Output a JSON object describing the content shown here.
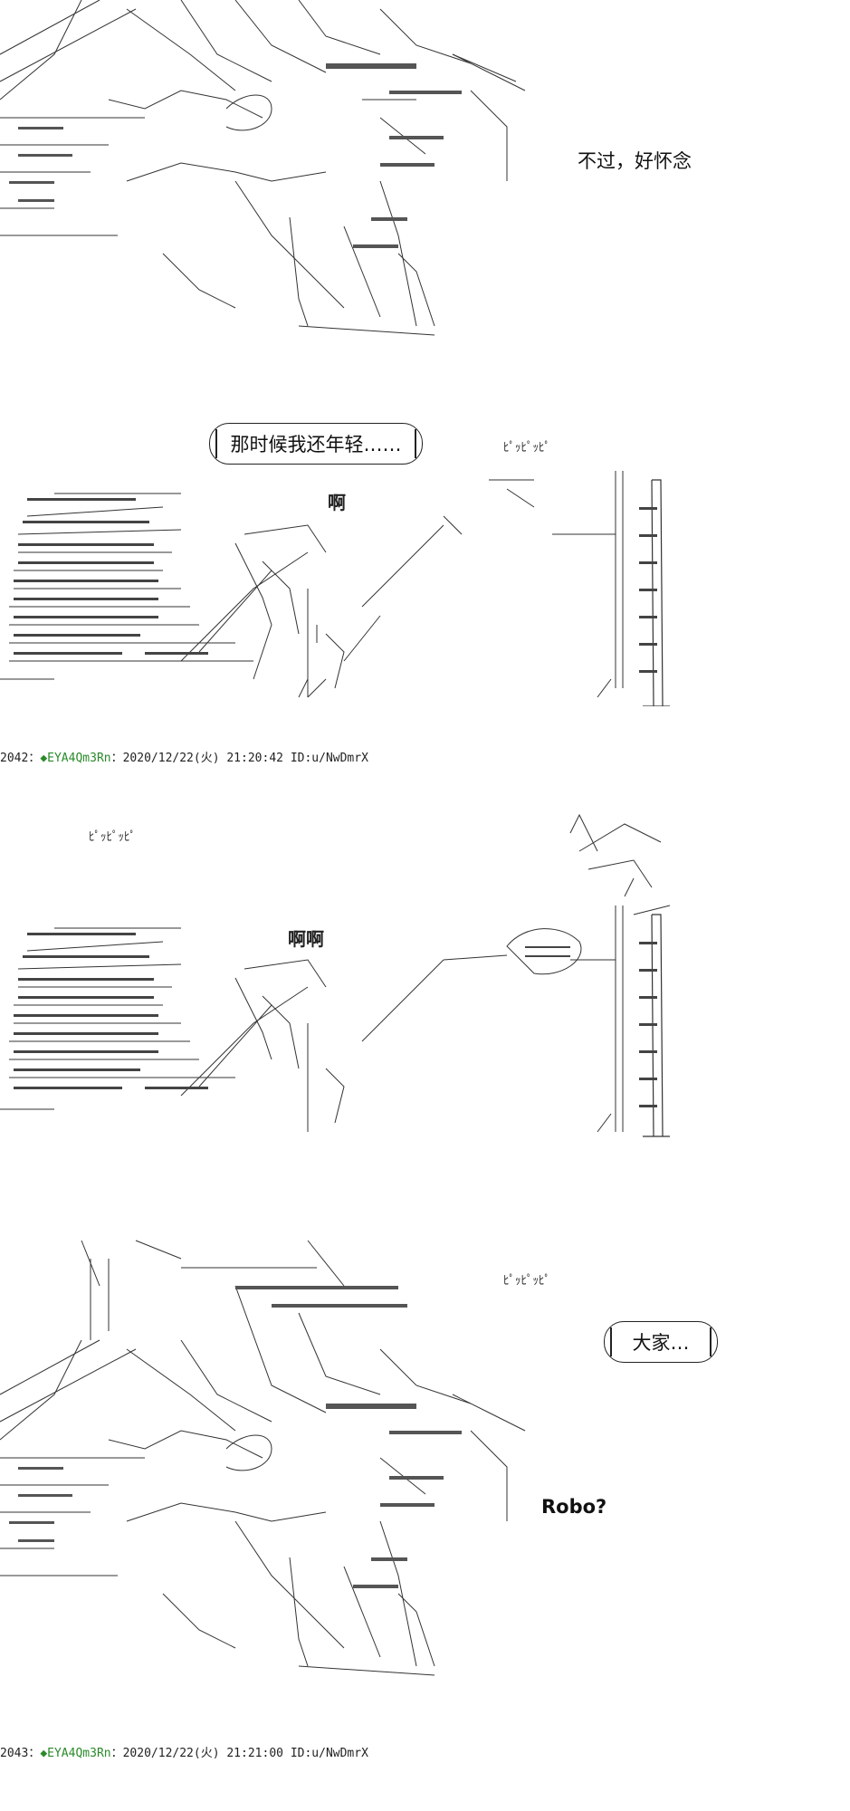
{
  "panels": [
    {
      "caption": "不过，好怀念"
    },
    {
      "bubble": "那时候我还年轻……",
      "sfx_beep": "ﾋﾟｯﾋﾟｯﾋﾟ",
      "sfx_exclaim": "啊"
    },
    {
      "header": {
        "post_no": "2042",
        "separator": "：",
        "diamond": "◆",
        "tripcode": "EYA4Qm3Rn",
        "datetime": "：2020/12/22(火) 21:20:42",
        "id": "ID:u/NwDmrX"
      },
      "sfx_beep": "ﾋﾟｯﾋﾟｯﾋﾟ",
      "sfx_exclaim": "啊啊"
    },
    {
      "sfx_beep": "ﾋﾟｯﾋﾟｯﾋﾟ",
      "bubble": "大家…",
      "caption": "Robo?"
    },
    {
      "header": {
        "post_no": "2043",
        "separator": "：",
        "diamond": "◆",
        "tripcode": "EYA4Qm3Rn",
        "datetime": "：2020/12/22(火) 21:21:00",
        "id": "ID:u/NwDmrX"
      }
    }
  ]
}
